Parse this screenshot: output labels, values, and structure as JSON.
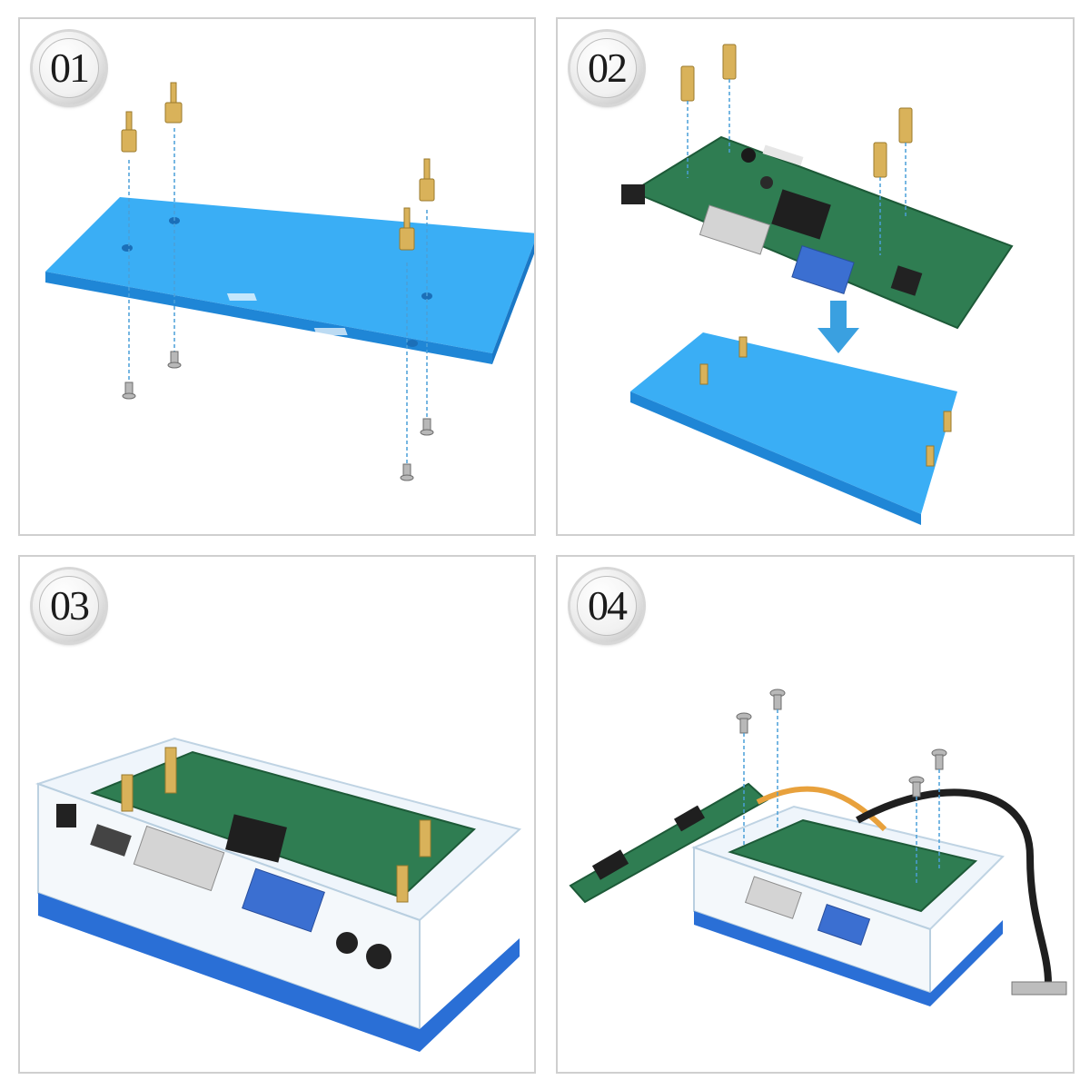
{
  "steps": [
    {
      "number": "01"
    },
    {
      "number": "02"
    },
    {
      "number": "03"
    },
    {
      "number": "04"
    }
  ],
  "colors": {
    "acrylic_blue": "#2fa8f0",
    "pcb_green": "#2f7d52",
    "brass": "#d9b25a",
    "arrow_blue": "#3aa0e0",
    "guide_line": "#4a9fd8"
  }
}
